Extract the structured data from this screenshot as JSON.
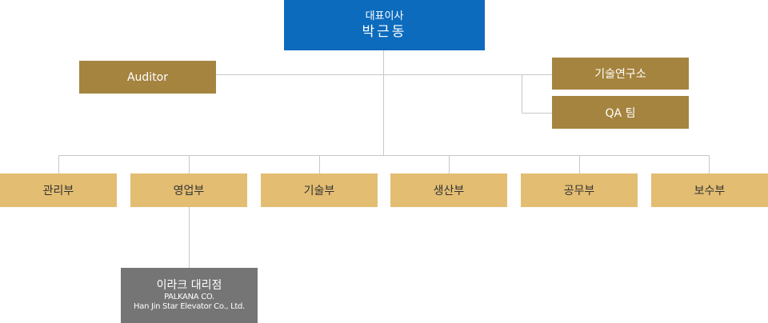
{
  "ceo": {
    "title": "대표이사",
    "name": "박근동"
  },
  "auditor": "Auditor",
  "lab": "기술연구소",
  "qa": "QA 팀",
  "departments": [
    "관리부",
    "영업부",
    "기술부",
    "생산부",
    "공무부",
    "보수부"
  ],
  "agency": {
    "name": "이라크 대리점",
    "line1": "PALKANA CO.",
    "line2": "Han Jin Star Elevator Co., Ltd."
  },
  "colors": {
    "ceo": "#0c6bbd",
    "auditor_lab_qa": "#a5843f",
    "departments": "#e3bd72",
    "agency": "#757575",
    "lines": "#c8c8c8"
  }
}
